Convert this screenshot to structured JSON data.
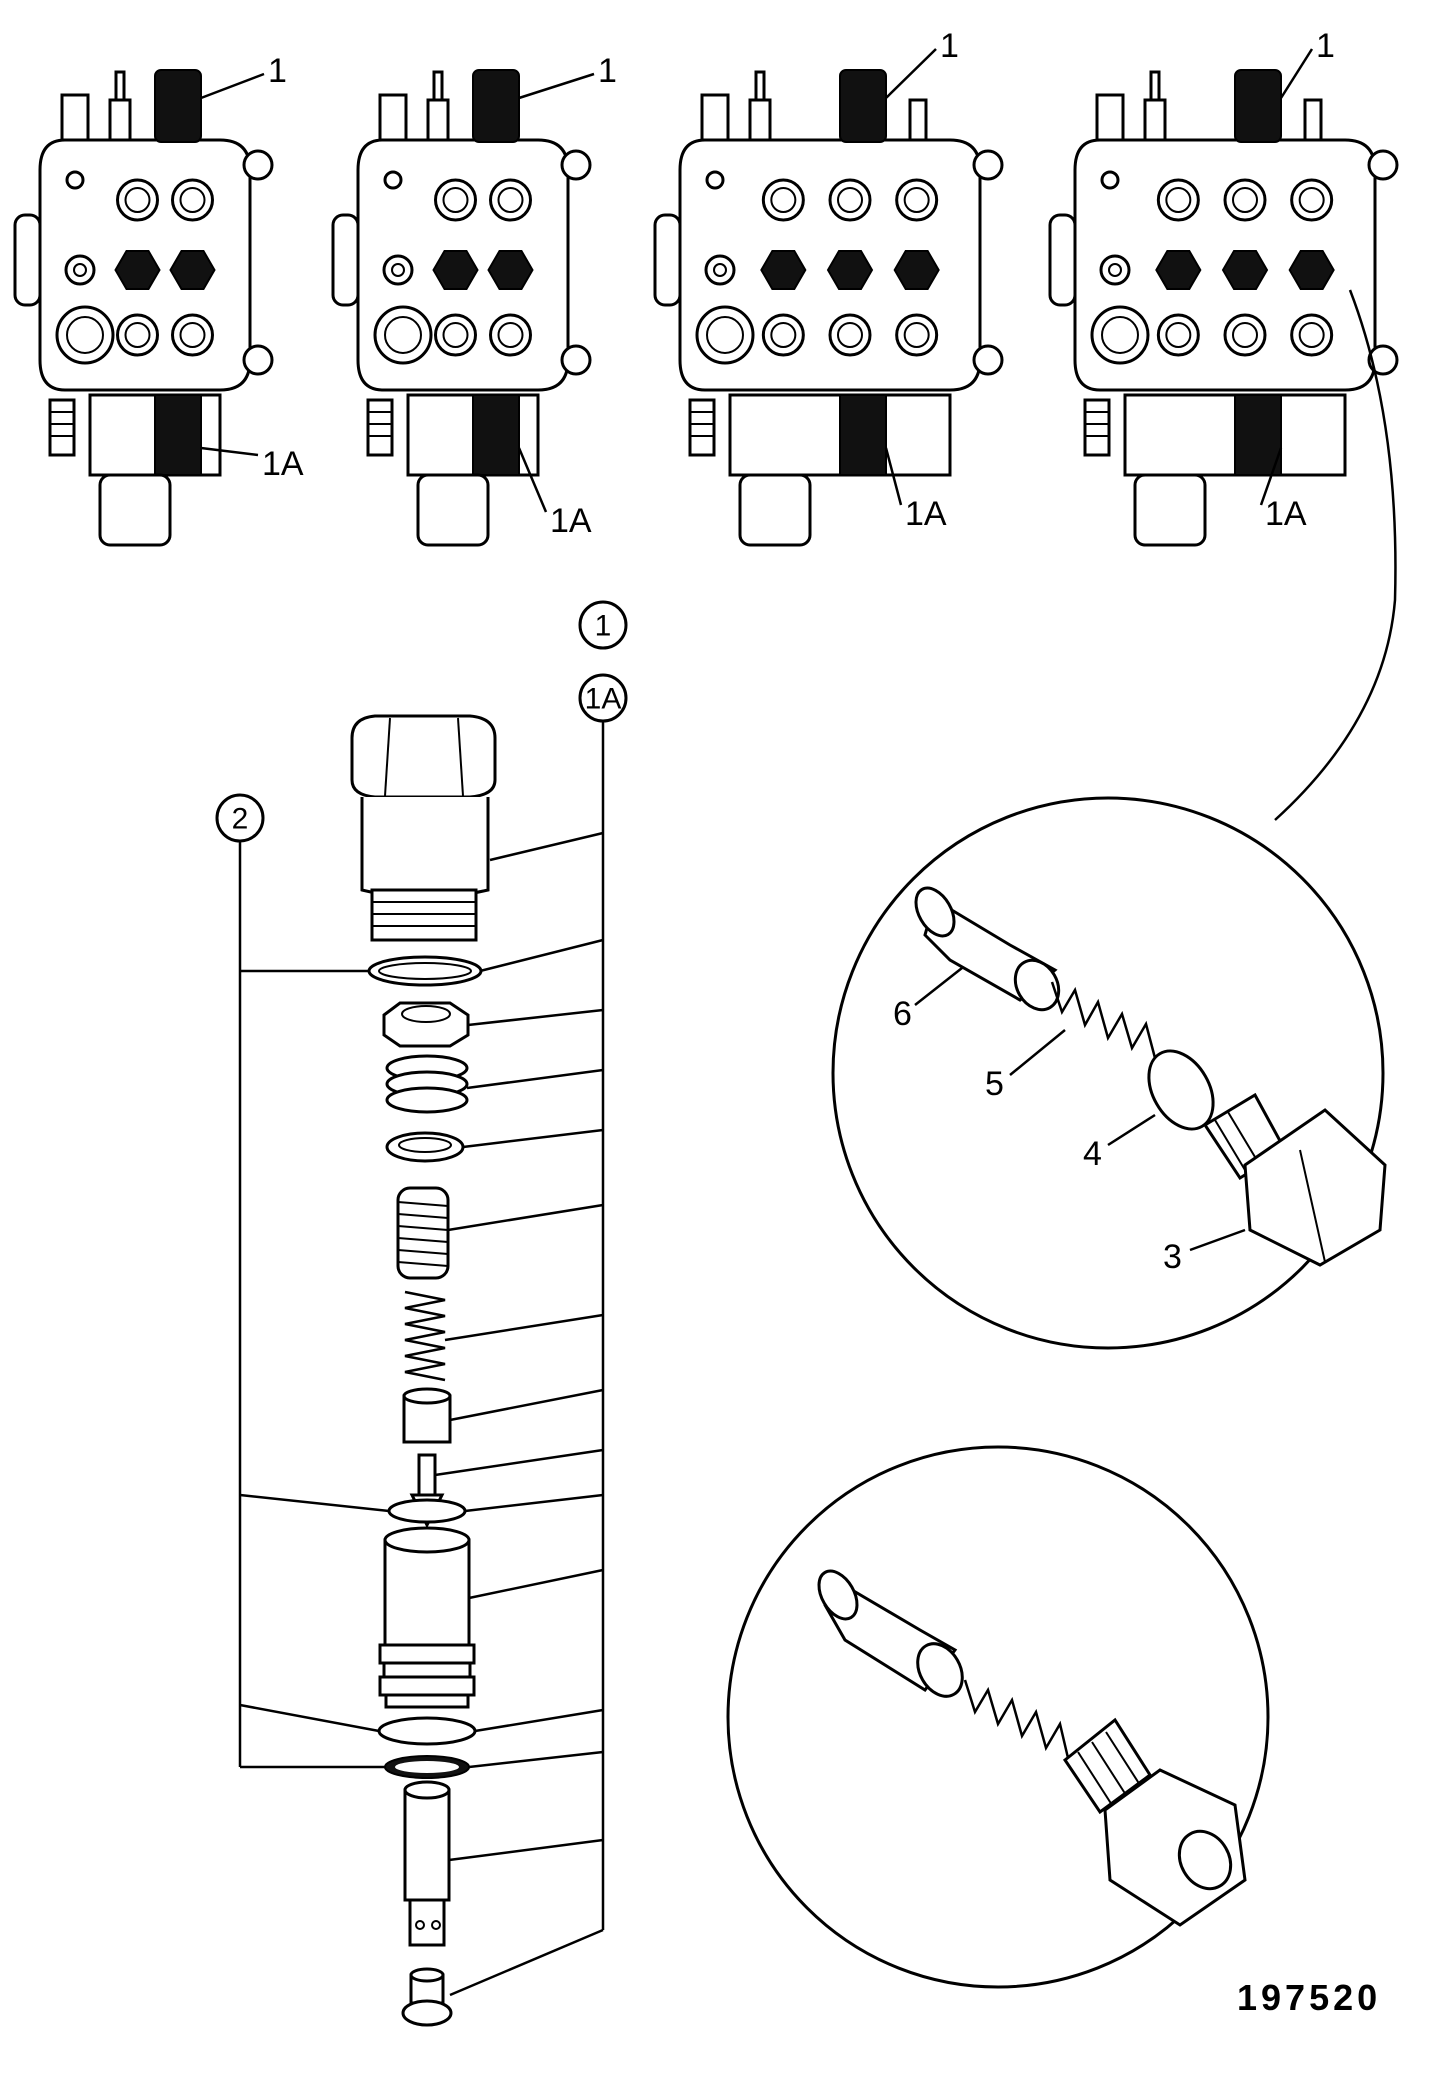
{
  "valves": [
    {
      "label_top": "1",
      "label_bottom": "1A",
      "sections": 2
    },
    {
      "label_top": "1",
      "label_bottom": "1A",
      "sections": 2
    },
    {
      "label_top": "1",
      "label_bottom": "1A",
      "sections": 3
    },
    {
      "label_top": "1",
      "label_bottom": "1A",
      "sections": 3
    }
  ],
  "callouts": {
    "group_1": "1",
    "group_1a": "1A",
    "group_2": "2"
  },
  "detail_labels": [
    "3",
    "4",
    "5",
    "6"
  ],
  "figure_number": "197520",
  "icons": {
    "valve_block": "control-valve-icon",
    "relief_valve": "relief-valve-cartridge-icon",
    "detail_circle": "magnified-detail-icon"
  }
}
